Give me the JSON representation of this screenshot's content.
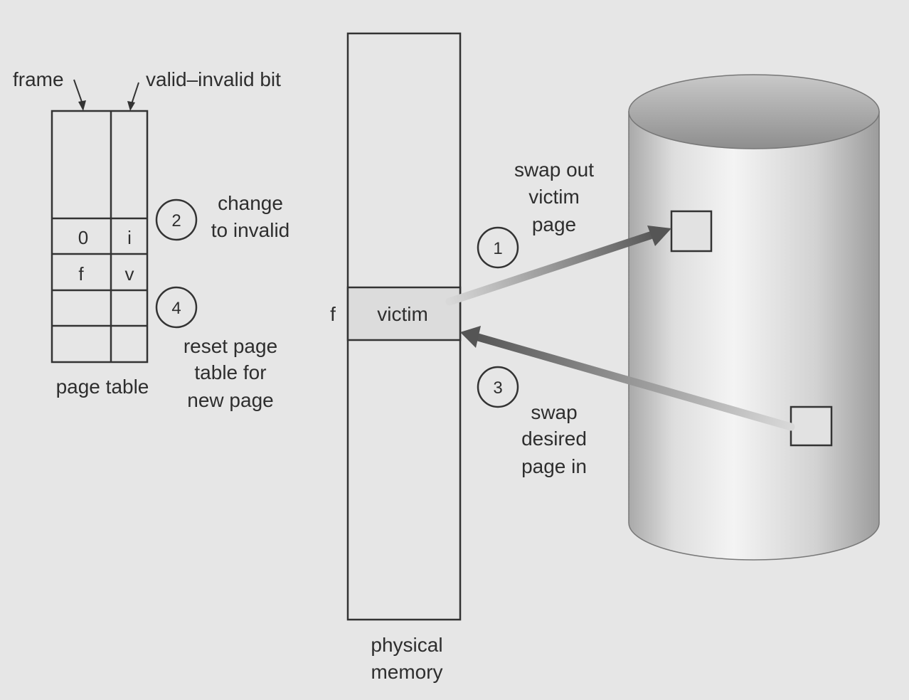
{
  "page_table": {
    "frame_label": "frame",
    "valid_invalid_label": "valid–invalid bit",
    "caption": "page table",
    "rows": [
      {
        "frame": "0",
        "bit": "i"
      },
      {
        "frame": "f",
        "bit": "v"
      }
    ]
  },
  "steps": [
    {
      "number": "1",
      "lines": [
        "swap out",
        "victim",
        "page"
      ]
    },
    {
      "number": "2",
      "lines": [
        "change",
        "to invalid"
      ]
    },
    {
      "number": "3",
      "lines": [
        "swap",
        "desired",
        "page in"
      ]
    },
    {
      "number": "4",
      "lines": [
        "reset page",
        "table for",
        "new page"
      ]
    }
  ],
  "physical_memory": {
    "frame_marker": "f",
    "victim_label": "victim",
    "caption_lines": [
      "physical",
      "memory"
    ]
  }
}
